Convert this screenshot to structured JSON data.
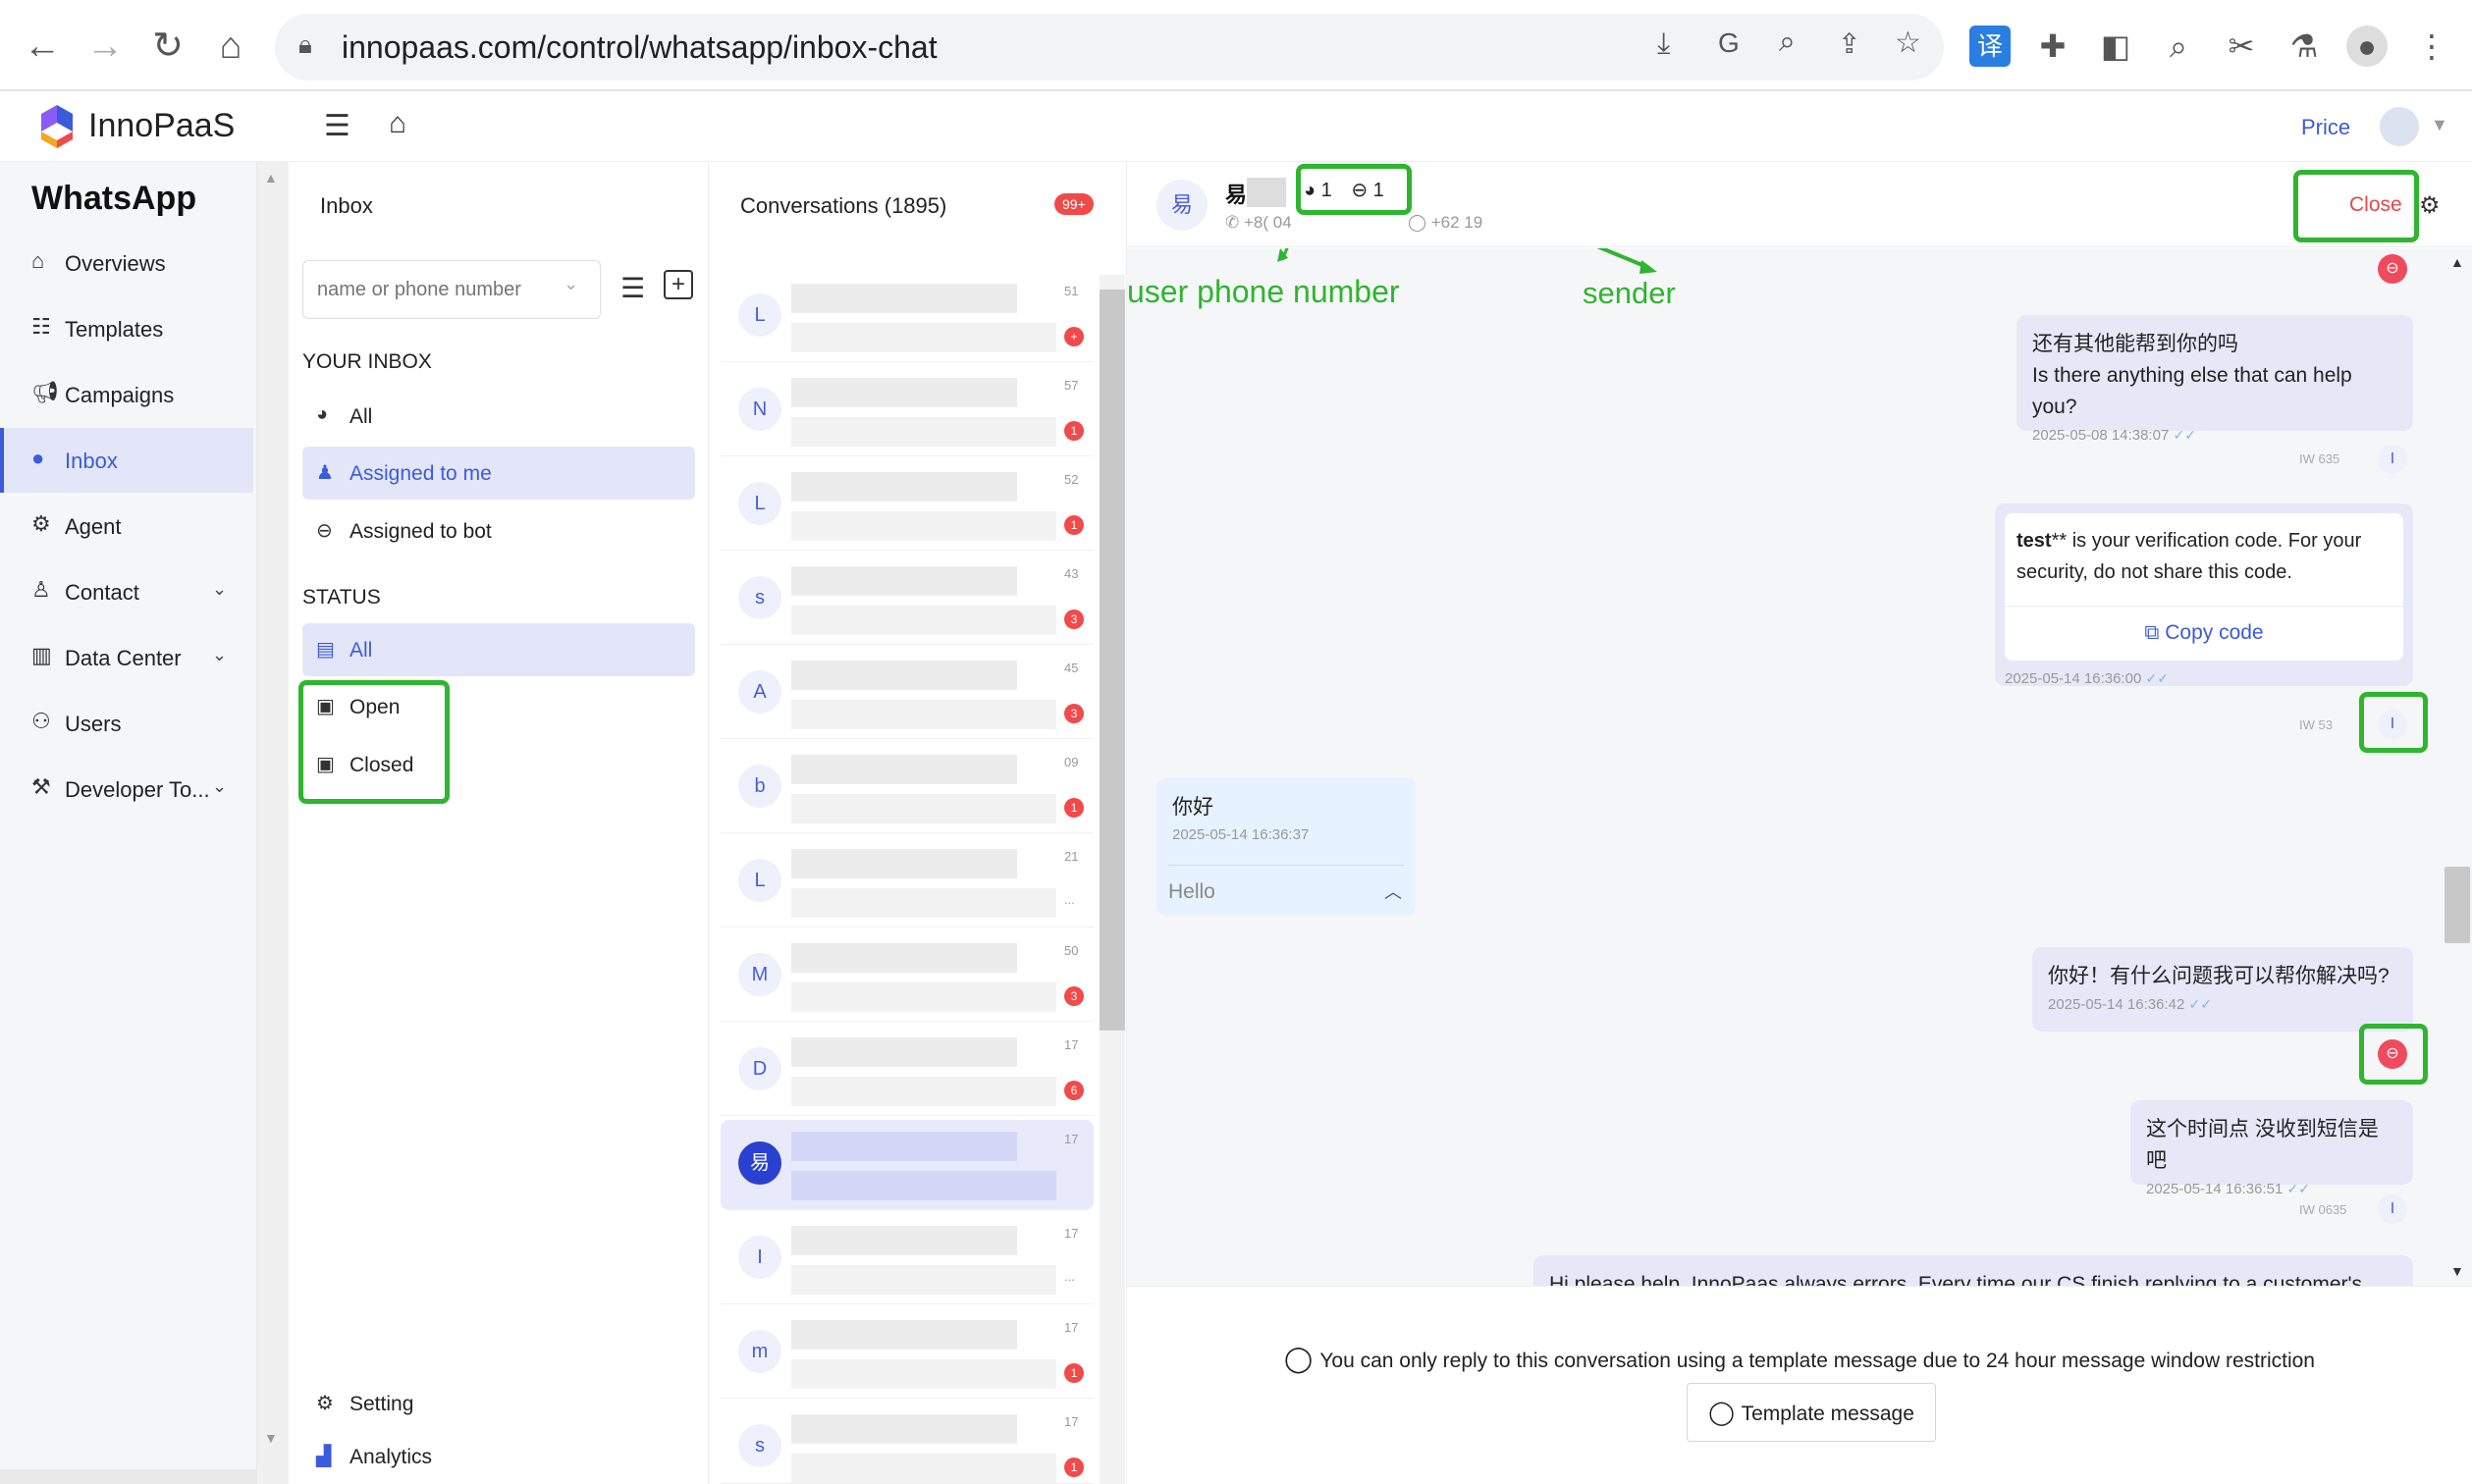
{
  "browser": {
    "url": "innopaas.com/control/whatsapp/inbox-chat"
  },
  "header": {
    "brand": "InnoPaaS",
    "price": "Price"
  },
  "sidebar": {
    "title": "WhatsApp",
    "items": [
      {
        "label": "Overviews",
        "icon": "home-icon"
      },
      {
        "label": "Templates",
        "icon": "template-icon"
      },
      {
        "label": "Campaigns",
        "icon": "megaphone-icon"
      },
      {
        "label": "Inbox",
        "icon": "chat-icon",
        "active": true
      },
      {
        "label": "Agent",
        "icon": "robot-icon"
      },
      {
        "label": "Contact",
        "icon": "person-icon",
        "expandable": true
      },
      {
        "label": "Data Center",
        "icon": "chart-icon",
        "expandable": true
      },
      {
        "label": "Users",
        "icon": "users-icon"
      },
      {
        "label": "Developer To...",
        "icon": "tools-icon",
        "expandable": true
      }
    ]
  },
  "inbox": {
    "title": "Inbox",
    "search_placeholder": "name or phone number",
    "your_inbox_heading": "YOUR INBOX",
    "your_inbox": [
      {
        "label": "All"
      },
      {
        "label": "Assigned to me",
        "selected": true
      },
      {
        "label": "Assigned to bot"
      }
    ],
    "status_heading": "STATUS",
    "status": [
      {
        "label": "All",
        "selected": true
      },
      {
        "label": "Open"
      },
      {
        "label": "Closed"
      }
    ],
    "setting": "Setting",
    "analytics": "Analytics"
  },
  "conversations": {
    "title": "Conversations (1895)",
    "badge": "99+",
    "rows": [
      {
        "initial": "L",
        "time": "51",
        "unread": "+"
      },
      {
        "initial": "N",
        "time": "57",
        "unread": "1"
      },
      {
        "initial": "L",
        "time": "52",
        "unread": "1"
      },
      {
        "initial": "s",
        "time": "43",
        "unread": "3"
      },
      {
        "initial": "A",
        "time": "45",
        "unread": "3"
      },
      {
        "initial": "b",
        "time": "09",
        "unread": "1"
      },
      {
        "initial": "L",
        "time": "21",
        "unread": "..."
      },
      {
        "initial": "M",
        "time": "50",
        "unread": "3"
      },
      {
        "initial": "D",
        "time": "17",
        "unread": "6"
      },
      {
        "initial": "易",
        "time": "17",
        "unread": "",
        "selected": true
      },
      {
        "initial": "I",
        "time": "17",
        "unread": "..."
      },
      {
        "initial": "m",
        "time": "17",
        "unread": "1"
      },
      {
        "initial": "s",
        "time": "17",
        "unread": "1"
      }
    ]
  },
  "chat": {
    "avatar_initial": "易",
    "contact_name": "易",
    "agent_count": "1",
    "bot_count": "1",
    "user_phone": "+8(           04",
    "sender_phone": "+62          19",
    "close_label": "Close",
    "messages": {
      "m1_zh": "还有其他能帮到你的吗",
      "m1_en": "Is there anything else that can help you?",
      "m1_ts": "2025-05-08 14:38:07",
      "m1_sender": "IW       635",
      "m2_text_bold": "test",
      "m2_text": "** is your verification code. For your security, do not share this code.",
      "m2_copy": "Copy code",
      "m2_ts": "2025-05-14 16:36:00",
      "m2_sender": "IW       53",
      "m3_text": "你好",
      "m3_ts": "2025-05-14 16:36:37",
      "m3_translation": "Hello",
      "m4_text": "你好！有什么问题我可以帮你解决吗?",
      "m4_ts": "2025-05-14 16:36:42",
      "m5_text": "这个时间点 没收到短信是吧",
      "m5_ts": "2025-05-14 16:36:51",
      "m5_sender": "IW      0635",
      "m6_text": "Hi please help. InnoPaas always errors. Every time our CS finish replying to a customer's"
    },
    "restriction": "You can only reply to this conversation using a template message due to 24 hour message window restriction",
    "template_button": "Template message"
  },
  "annotations": {
    "user_phone": "user phone number",
    "sender": "sender"
  },
  "colors": {
    "accent": "#3b5bdb",
    "danger": "#e54848",
    "highlight": "#2fb52f"
  }
}
